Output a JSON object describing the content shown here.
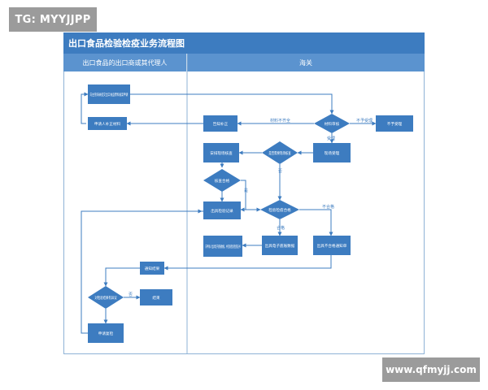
{
  "watermarks": {
    "top_left": "TG: MYYJJPP",
    "bottom_right": "www.qfmyjj.com"
  },
  "diagram": {
    "title": "出口食品检验检疫业务流程图",
    "lanes": {
      "left": "出口食品的出口商或其代理人",
      "right": "海关"
    },
    "nodes": {
      "apply_register": "向主管海关提交出口食品原料备案申请",
      "resubmit": "申请人补正材料",
      "notify_correct": "告知补正",
      "doc_review": "材料审核",
      "reject": "不予受理",
      "accept": "现场受理",
      "onsite_check": "是否需要现场核查",
      "arrange_check": "安排现场核查",
      "check_pass": "核查合格",
      "report_record": "出具检验记录",
      "qualified": "检验检疫合格",
      "issue_cert": "向申请人出具电子底账数据，并签发检验检疫证书",
      "e_cert": "出具电子底账数据",
      "unqualified_notice": "出具不合格通知单",
      "notify_result": "通知结果",
      "need_recheck": "对检验结果有异议",
      "end": "结束",
      "apply_recheck": "申请复检"
    },
    "edge_labels": {
      "material_incomplete": "材料不齐全",
      "not_accept": "不予受理",
      "accept": "受理",
      "yes": "是",
      "no": "否",
      "unqualified": "不合格",
      "qualified": "合格",
      "no_recheck": "否"
    },
    "colors": {
      "title_bar": "#3d7cc0",
      "lane_header": "#5b93cf",
      "node": "#3d7cc0",
      "arrow": "#3d7cc0",
      "watermark": "#9b9b9b"
    }
  }
}
